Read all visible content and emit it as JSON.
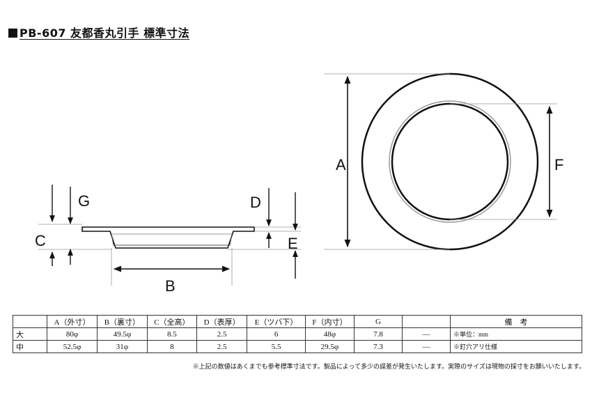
{
  "title": "PB-607 友都香丸引手 標準寸法",
  "labels": {
    "A": "A",
    "B": "B",
    "C": "C",
    "D": "D",
    "E": "E",
    "F": "F",
    "G": "G"
  },
  "table": {
    "headers": [
      "",
      "A（外寸）",
      "B（裏寸）",
      "C（全高）",
      "D（表厚）",
      "E（ツバ下）",
      "F（内寸）",
      "G",
      "",
      "備　考"
    ],
    "rows": [
      {
        "name": "大",
        "cells": [
          "80φ",
          "49.5φ",
          "8.5",
          "2.5",
          "6",
          "48φ",
          "7.8",
          "―"
        ],
        "note": "※単位：mm"
      },
      {
        "name": "中",
        "cells": [
          "52.5φ",
          "31φ",
          "8",
          "2.5",
          "5.5",
          "29.5φ",
          "7.3",
          "―"
        ],
        "note": "※釘穴アリ仕様"
      }
    ]
  },
  "footnote": "※上記の数値はあくまでも参考標準寸法です。製品によって多少の誤差が発生いたします。実際のサイズは現物の採寸をお願いいたします。"
}
